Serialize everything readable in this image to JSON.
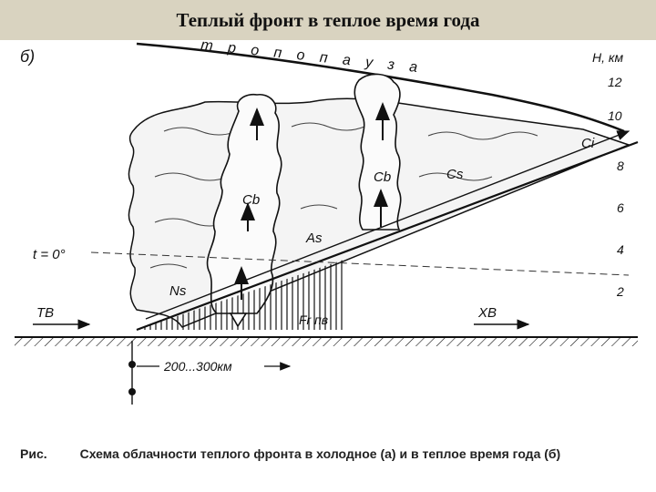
{
  "title": "Теплый фронт в теплое время года",
  "panel_label": "б)",
  "tropopause_label": "т р о п о п а у з а",
  "axis_label": "H, км",
  "height_ticks": [
    "12",
    "10",
    "8",
    "6",
    "4",
    "2"
  ],
  "cloud_labels": {
    "ci": "Ci",
    "cs": "Cs",
    "as": "As",
    "ns": "Ns",
    "cb_left": "Cb",
    "cb_right": "Cb"
  },
  "zero_isotherm": "t = 0°",
  "tv": "ТВ",
  "hv": "ХВ",
  "front": "Fr пв",
  "distance": "200...300км",
  "caption": {
    "prefix": "Рис.",
    "text": "Схема облачности теплого фронта в холодное (а) и в теплое время года (б)"
  },
  "colors": {
    "header_bg": "#d9d3c0",
    "ink": "#111111"
  }
}
